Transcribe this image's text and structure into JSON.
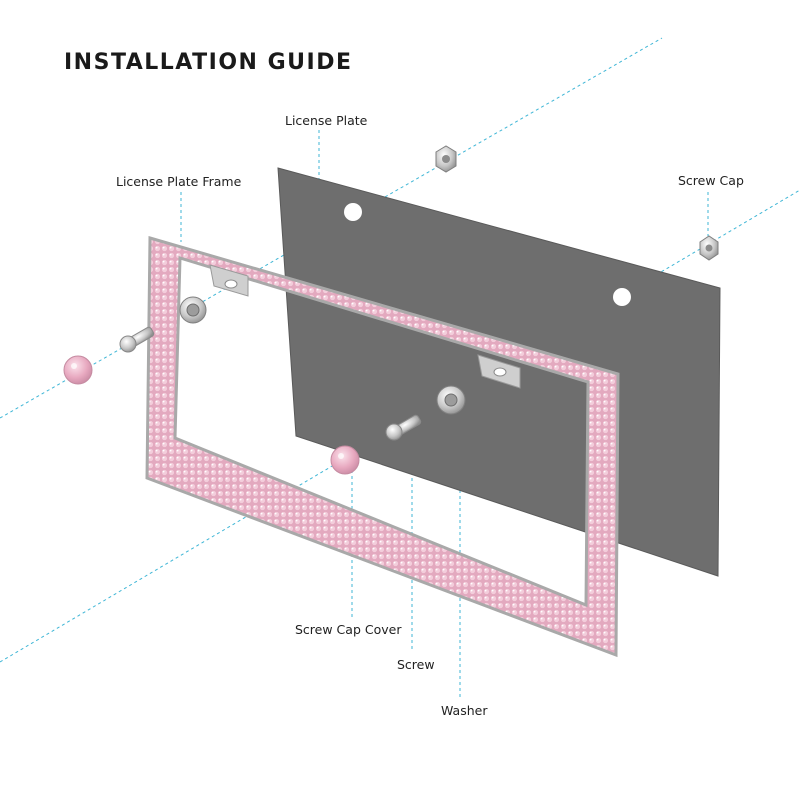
{
  "title": "INSTALLATION GUIDE",
  "callouts": {
    "license_plate": "License Plate",
    "license_plate_frame": "License Plate Frame",
    "screw_cap": "Screw Cap",
    "screw_cap_cover": "Screw Cap Cover",
    "screw": "Screw",
    "washer": "Washer"
  },
  "colors": {
    "guide_line": "#3fb6d6",
    "plate": "#6e6e6e",
    "frame_crystal": "#e7b3c7",
    "frame_metal": "#bdbdbd"
  }
}
